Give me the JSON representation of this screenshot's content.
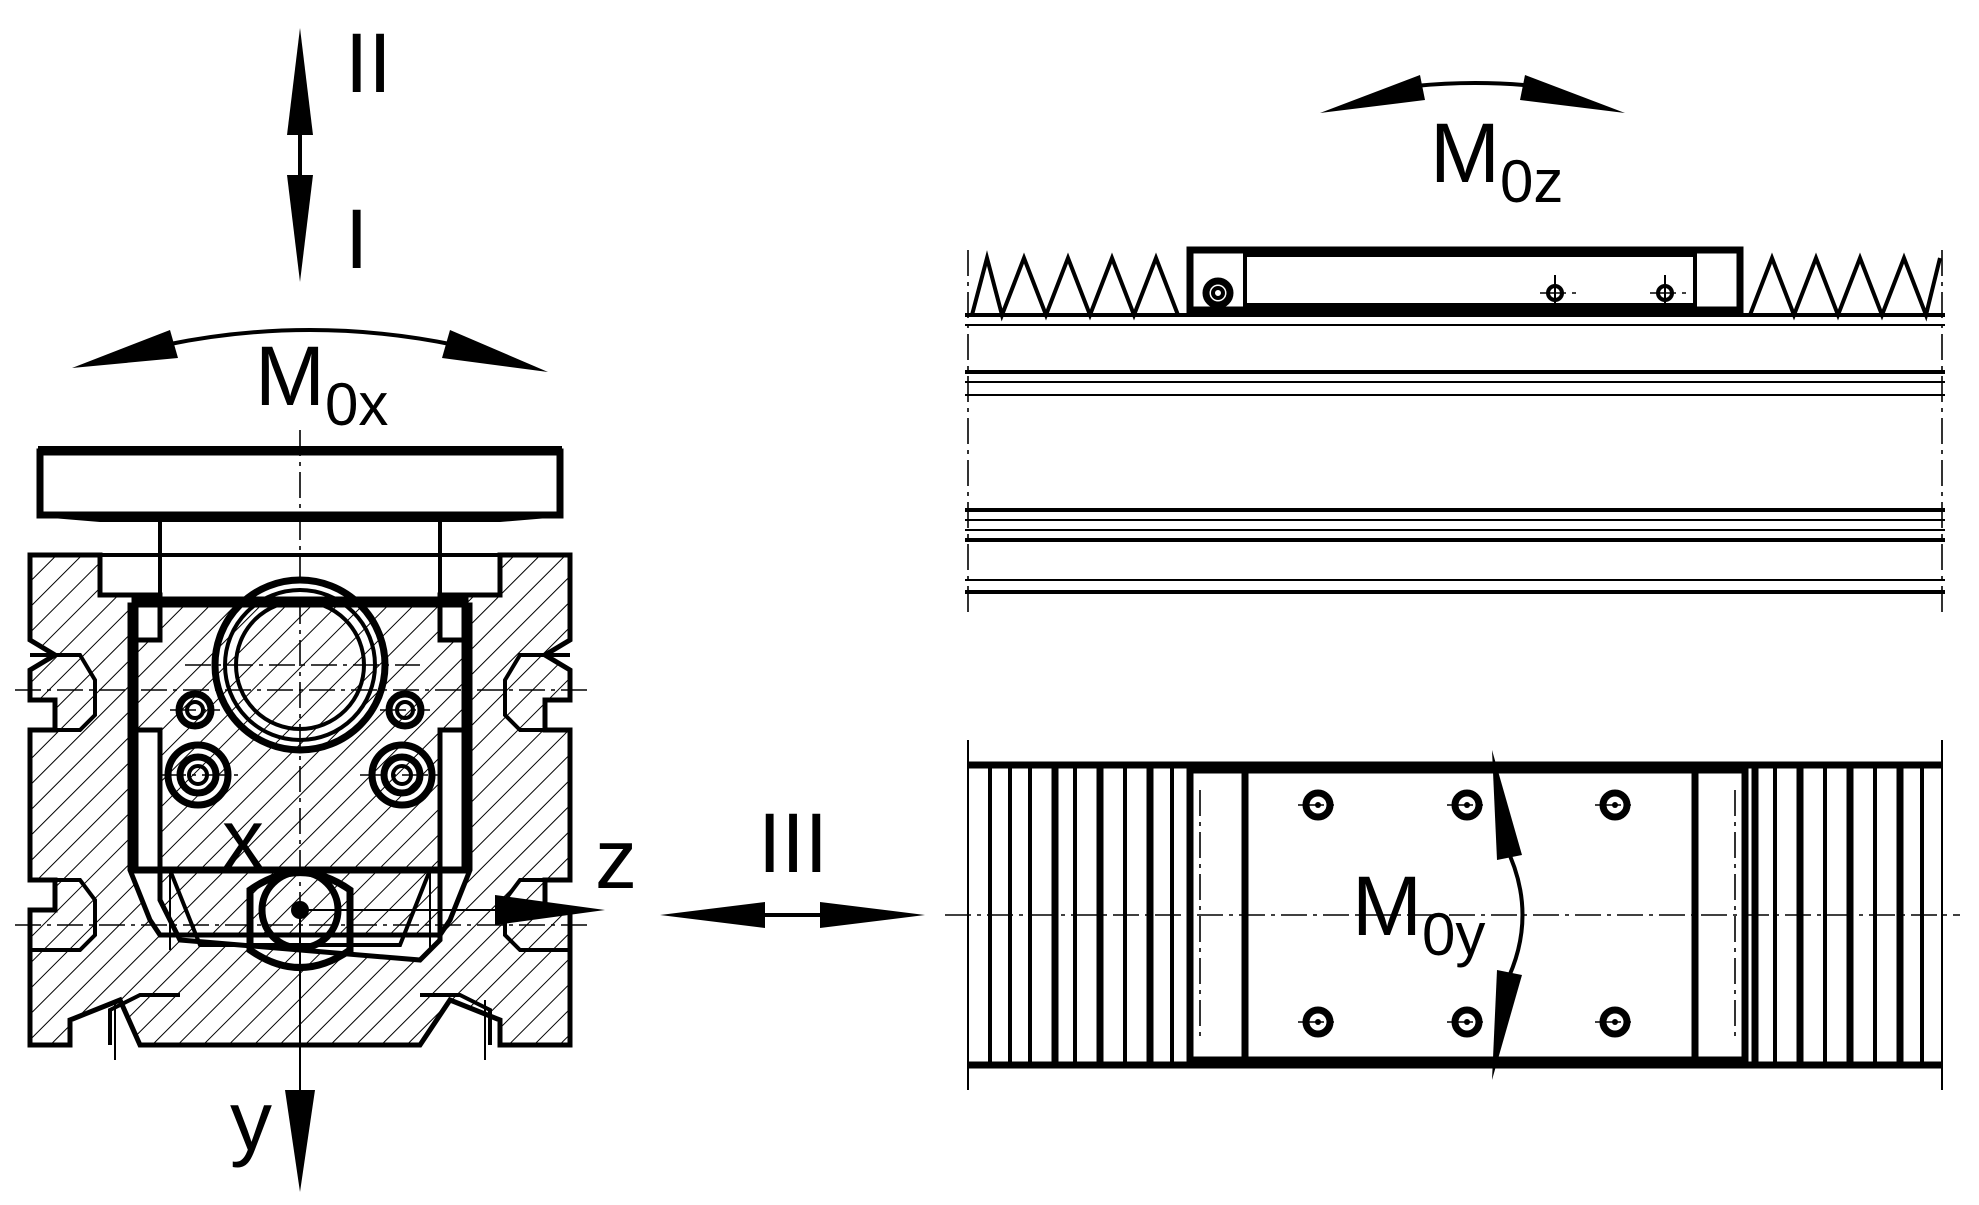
{
  "labels": {
    "axis_II": "II",
    "axis_I": "I",
    "axis_III": "III",
    "axis_x": "x",
    "axis_y": "y",
    "axis_z": "z",
    "moment_x": {
      "main": "M",
      "sub": "0x"
    },
    "moment_z": {
      "main": "M",
      "sub": "0z"
    },
    "moment_y": {
      "main": "M",
      "sub": "0y"
    }
  }
}
